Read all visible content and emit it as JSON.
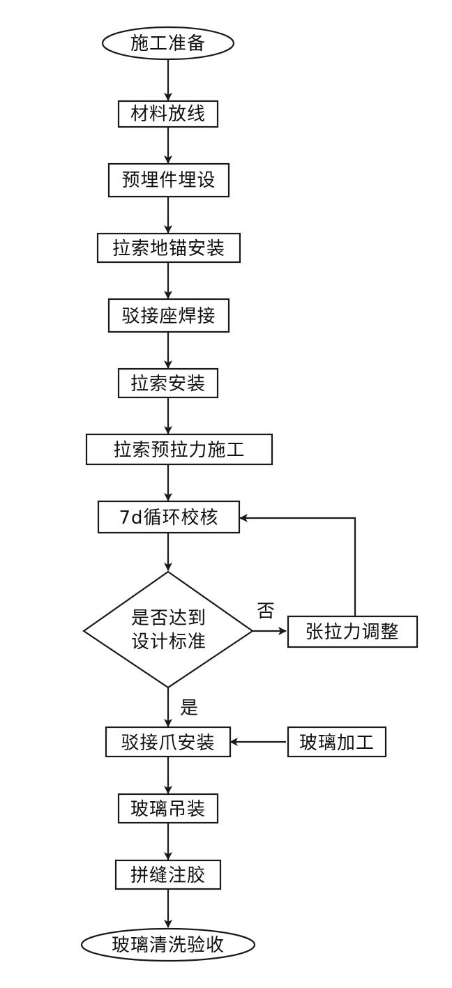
{
  "colors": {
    "stroke": "#1a1a1a",
    "text": "#111111",
    "background": "#ffffff"
  },
  "nodes": {
    "start": "施工准备",
    "material_layout": "材料放线",
    "embedded_parts": "预埋件埋设",
    "cable_anchor": "拉索地锚安装",
    "connector_welding": "驳接座焊接",
    "cable_install": "拉索安装",
    "cable_pretension": "拉索预拉力施工",
    "cycle_check": "7d循环校核",
    "decision_line1": "是否达到",
    "decision_line2": "设计标准",
    "tension_adjust": "张拉力调整",
    "claw_install": "驳接爪安装",
    "glass_processing": "玻璃加工",
    "glass_hoisting": "玻璃吊装",
    "joint_sealing": "拼缝注胶",
    "end": "玻璃清洗验收"
  },
  "edge_labels": {
    "no": "否",
    "yes": "是"
  }
}
